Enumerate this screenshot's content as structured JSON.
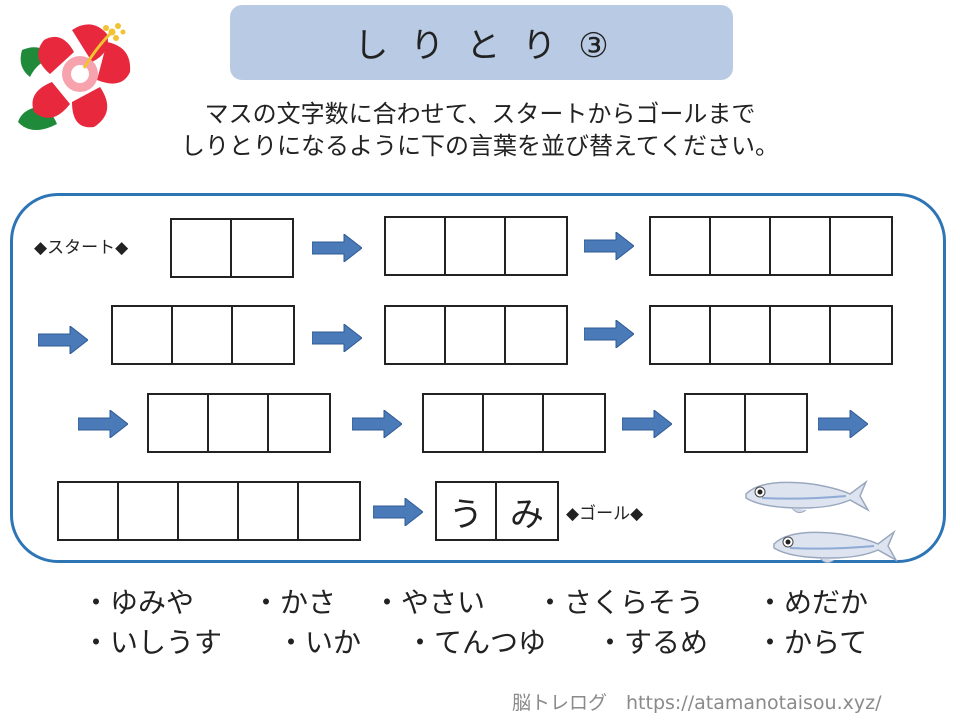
{
  "title": "しりとり③",
  "instructions": {
    "line1": "マスの文字数に合わせて、スタートからゴールまで",
    "line2": "しりとりになるように下の言葉を並び替えてください。"
  },
  "board": {
    "start_label": "◆スタート◆",
    "goal_label": "◆ゴール◆",
    "goal_word": [
      "う",
      "み"
    ]
  },
  "word_options": {
    "row1": [
      "・ゆみや",
      "・かさ",
      "・やさい",
      "・さくらそう",
      "・めだか"
    ],
    "row2": [
      "・いしうす",
      "・いか",
      "・てんつゆ",
      "・するめ",
      "・からて"
    ]
  },
  "footer": "脳トレログ　https://atamanotaisou.xyz/",
  "colors": {
    "title_bg": "#b9cbe4",
    "board_border": "#2e75b6",
    "arrow": "#4a7ab8"
  },
  "icons": [
    "hibiscus-flower-icon",
    "arrow-right-icon",
    "medaka-fish-icon"
  ]
}
